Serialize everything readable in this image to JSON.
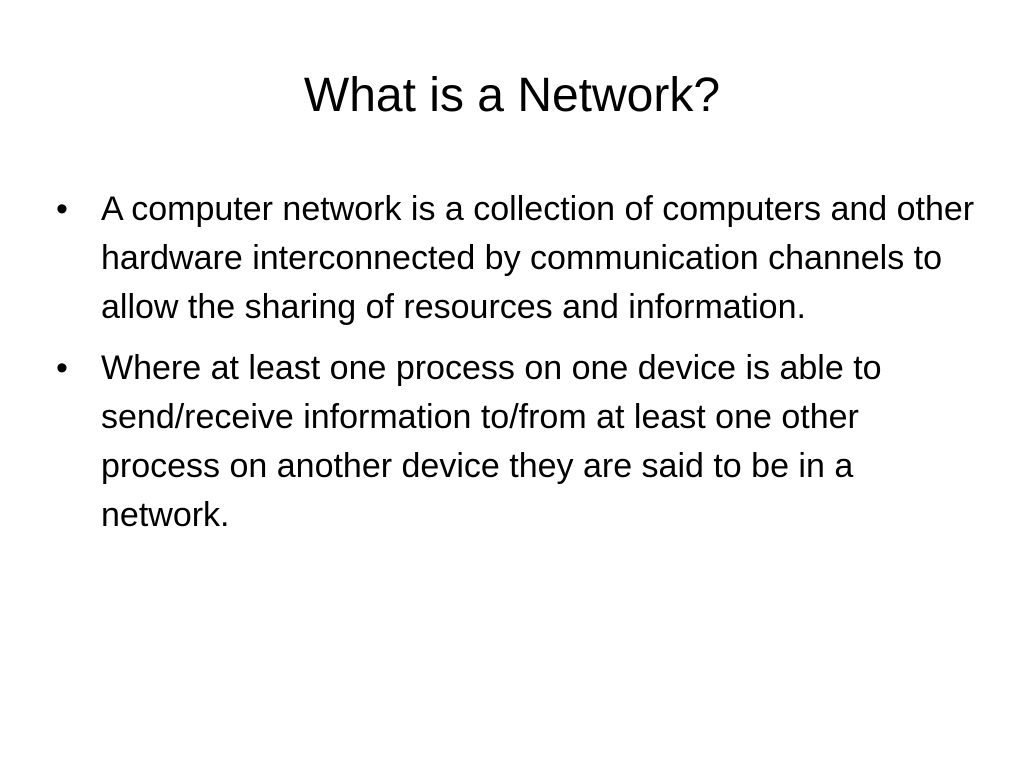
{
  "slide": {
    "title": "What is a Network?",
    "bullets": [
      {
        "marker": "•",
        "text": "A computer network is a collection of computers and other hardware interconnected by communication channels to allow the sharing of resources and information."
      },
      {
        "marker": "•",
        "text": " Where at least one process on one device is able to send/receive information to/from at least one other process on another device they are said to be in a network."
      }
    ]
  }
}
